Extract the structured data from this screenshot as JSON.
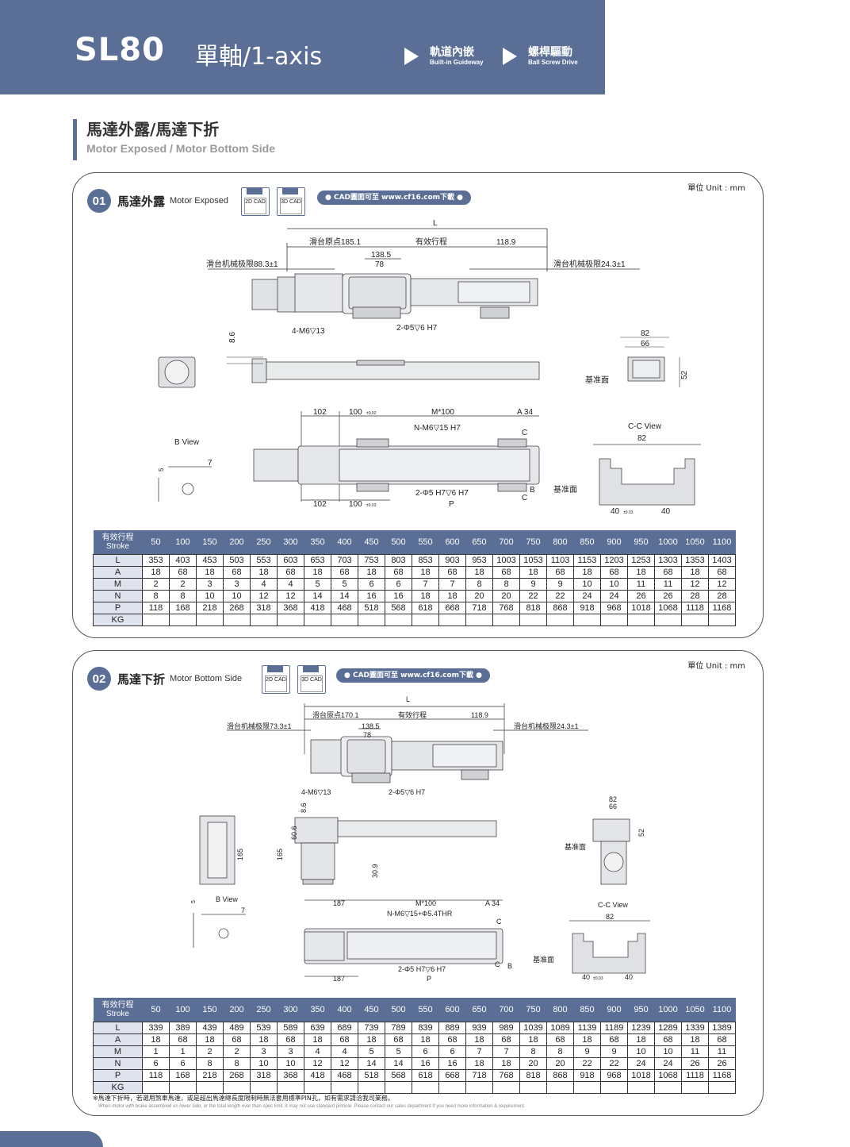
{
  "header": {
    "model": "SL80",
    "axis": "單軸/1-axis",
    "features": [
      {
        "zh": "軌道內嵌",
        "en": "Built-in Guideway"
      },
      {
        "zh": "螺桿驅動",
        "en": "Ball Screw Drive"
      }
    ]
  },
  "section": {
    "title_zh": "馬達外露/馬達下折",
    "title_en": "Motor Exposed / Motor Bottom Side"
  },
  "unit_label": "單位 Unit : mm",
  "cad_download": "● CAD圖面可至 www.cf16.com下載 ●",
  "cad_2d": "2D CAD",
  "cad_3d": "3D CAD",
  "panels": [
    {
      "num": "01",
      "title_zh": "馬達外露",
      "title_en": "Motor Exposed",
      "drawing": {
        "L": "L",
        "origin": "滑台原点185.1",
        "stroke": "有效行程",
        "d1189": "118.9",
        "d1385": "138.5",
        "d78": "78",
        "limit_left": "滑台机械极限88.3±1",
        "limit_right": "滑台机械极限24.3±1",
        "m6": "4-M6▽13",
        "pin": "2-Φ5▽6 H7",
        "d86": "8.6",
        "d82": "82",
        "d66": "66",
        "d52": "52",
        "datum": "基准面",
        "d102": "102",
        "d100": "100",
        "tol002": "±0.02",
        "m100": "M*100",
        "a34": "A 34",
        "nm6": "N-M6▽15 H7",
        "c": "C",
        "b": "B",
        "pin2": "2-Φ5 H7▽6 H7",
        "p": "P",
        "bview": "B View",
        "d7": "7",
        "d5": "5",
        "cc": "C-C View",
        "d40": "40",
        "tol003": "±0.03"
      },
      "table": {
        "header_zh": "有效行程",
        "header_en": "Stroke",
        "strokes": [
          "50",
          "100",
          "150",
          "200",
          "250",
          "300",
          "350",
          "400",
          "450",
          "500",
          "550",
          "600",
          "650",
          "700",
          "750",
          "800",
          "850",
          "900",
          "950",
          "1000",
          "1050",
          "1100"
        ],
        "rows": [
          {
            "label": "L",
            "values": [
              "353",
              "403",
              "453",
              "503",
              "553",
              "603",
              "653",
              "703",
              "753",
              "803",
              "853",
              "903",
              "953",
              "1003",
              "1053",
              "1103",
              "1153",
              "1203",
              "1253",
              "1303",
              "1353",
              "1403"
            ]
          },
          {
            "label": "A",
            "values": [
              "18",
              "68",
              "18",
              "68",
              "18",
              "68",
              "18",
              "68",
              "18",
              "68",
              "18",
              "68",
              "18",
              "68",
              "18",
              "68",
              "18",
              "68",
              "18",
              "68",
              "18",
              "68"
            ]
          },
          {
            "label": "M",
            "values": [
              "2",
              "2",
              "3",
              "3",
              "4",
              "4",
              "5",
              "5",
              "6",
              "6",
              "7",
              "7",
              "8",
              "8",
              "9",
              "9",
              "10",
              "10",
              "11",
              "11",
              "12",
              "12"
            ]
          },
          {
            "label": "N",
            "values": [
              "8",
              "8",
              "10",
              "10",
              "12",
              "12",
              "14",
              "14",
              "16",
              "16",
              "18",
              "18",
              "20",
              "20",
              "22",
              "22",
              "24",
              "24",
              "26",
              "26",
              "28",
              "28"
            ]
          },
          {
            "label": "P",
            "values": [
              "118",
              "168",
              "218",
              "268",
              "318",
              "368",
              "418",
              "468",
              "518",
              "568",
              "618",
              "668",
              "718",
              "768",
              "818",
              "868",
              "918",
              "968",
              "1018",
              "1068",
              "1118",
              "1168"
            ]
          },
          {
            "label": "KG",
            "values": [
              "",
              "",
              "",
              "",
              "",
              "",
              "",
              "",
              "",
              "",
              "",
              "",
              "",
              "",
              "",
              "",
              "",
              "",
              "",
              "",
              "",
              ""
            ]
          }
        ]
      }
    },
    {
      "num": "02",
      "title_zh": "馬達下折",
      "title_en": "Motor Bottom Side",
      "drawing": {
        "L": "L",
        "origin": "滑台原点170.1",
        "stroke": "有效行程",
        "d1189": "118.9",
        "d1385": "138.5",
        "d78": "78",
        "limit_left": "滑台机械极限73.3±1",
        "limit_right": "滑台机械极限24.3±1",
        "m6": "4-M6▽13",
        "pin": "2-Φ5▽6 H7",
        "d86": "8.6",
        "d606": "60.6",
        "d165": "165",
        "d309": "30.9",
        "d82": "82",
        "d66": "66",
        "d52": "52",
        "datum": "基准面",
        "d187": "187",
        "m100": "M*100",
        "a34": "A 34",
        "nm6": "N-M6▽15+Φ5.4THR",
        "c": "C",
        "b": "B",
        "pin2": "2-Φ5 H7▽6 H7",
        "p": "P",
        "bview": "B View",
        "d7": "7",
        "d5": "5",
        "cc": "C-C View",
        "d40": "40",
        "tol003": "±0.03"
      },
      "table": {
        "header_zh": "有效行程",
        "header_en": "Stroke",
        "strokes": [
          "50",
          "100",
          "150",
          "200",
          "250",
          "300",
          "350",
          "400",
          "450",
          "500",
          "550",
          "600",
          "650",
          "700",
          "750",
          "800",
          "850",
          "900",
          "950",
          "1000",
          "1050",
          "1100"
        ],
        "rows": [
          {
            "label": "L",
            "values": [
              "339",
              "389",
              "439",
              "489",
              "539",
              "589",
              "639",
              "689",
              "739",
              "789",
              "839",
              "889",
              "939",
              "989",
              "1039",
              "1089",
              "1139",
              "1189",
              "1239",
              "1289",
              "1339",
              "1389"
            ]
          },
          {
            "label": "A",
            "values": [
              "18",
              "68",
              "18",
              "68",
              "18",
              "68",
              "18",
              "68",
              "18",
              "68",
              "18",
              "68",
              "18",
              "68",
              "18",
              "68",
              "18",
              "68",
              "18",
              "68",
              "18",
              "68"
            ]
          },
          {
            "label": "M",
            "values": [
              "1",
              "1",
              "2",
              "2",
              "3",
              "3",
              "4",
              "4",
              "5",
              "5",
              "6",
              "6",
              "7",
              "7",
              "8",
              "8",
              "9",
              "9",
              "10",
              "10",
              "11",
              "11"
            ]
          },
          {
            "label": "N",
            "values": [
              "6",
              "6",
              "8",
              "8",
              "10",
              "10",
              "12",
              "12",
              "14",
              "14",
              "16",
              "16",
              "18",
              "18",
              "20",
              "20",
              "22",
              "22",
              "24",
              "24",
              "26",
              "26"
            ]
          },
          {
            "label": "P",
            "values": [
              "118",
              "168",
              "218",
              "268",
              "318",
              "368",
              "418",
              "468",
              "518",
              "568",
              "618",
              "668",
              "718",
              "768",
              "818",
              "868",
              "918",
              "968",
              "1018",
              "1068",
              "1118",
              "1168"
            ]
          },
          {
            "label": "KG",
            "values": [
              "",
              "",
              "",
              "",
              "",
              "",
              "",
              "",
              "",
              "",
              "",
              "",
              "",
              "",
              "",
              "",
              "",
              "",
              "",
              "",
              "",
              ""
            ]
          }
        ]
      },
      "note_zh": "※馬達下折時，若選用煞車馬達，或是超出馬達總長度限制時無法套用標準PIN孔，如有需求請洽我司業務。",
      "note_en": "When motor with brake assembled on lower side, or the total length over than spec limit, it may not use standard pinhole. Please contact our sales department if you need more information & requirement."
    }
  ],
  "colors": {
    "brand": "#5a6e96",
    "label_bg": "#dfe3ed"
  }
}
